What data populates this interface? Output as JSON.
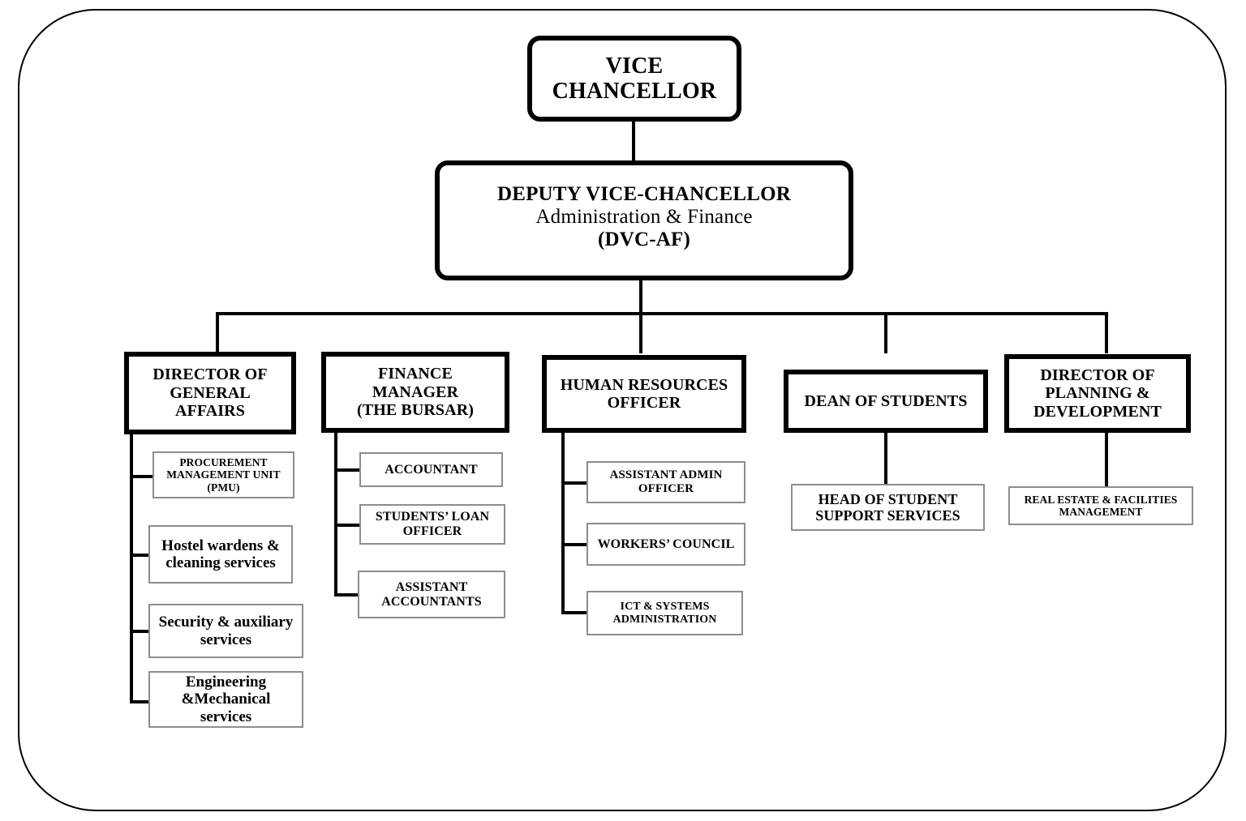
{
  "chart_type": "organization-chart",
  "title_present": false,
  "nodes": {
    "vice_chancellor": {
      "label": "VICE\nCHANCELLOR",
      "tier": "executive"
    },
    "dvc_af": {
      "label": "DEPUTY VICE-CHANCELLOR",
      "line2": "Administration & Finance",
      "line3": "(DVC-AF)",
      "tier": "executive"
    },
    "director_general_affairs": {
      "label": "DIRECTOR OF\nGENERAL\nAFFAIRS",
      "tier": "director"
    },
    "finance_manager": {
      "label": "FINANCE\nMANAGER\n(THE BURSAR)",
      "tier": "director"
    },
    "human_resources_officer": {
      "label": "HUMAN RESOURCES\nOFFICER",
      "tier": "director"
    },
    "dean_of_students": {
      "label": "DEAN OF STUDENTS",
      "tier": "director"
    },
    "director_planning_development": {
      "label": "DIRECTOR OF\nPLANNING &\nDEVELOPMENT",
      "tier": "director"
    },
    "procurement_management_unit": {
      "label": "PROCUREMENT\nMANAGEMENT UNIT\n(PMU)",
      "tier": "unit"
    },
    "hostel_wardens": {
      "label": "Hostel wardens &\ncleaning services",
      "tier": "unit"
    },
    "security_auxiliary": {
      "label": "Security & auxiliary\nservices",
      "tier": "unit"
    },
    "engineering_mechanical": {
      "label": "Engineering\n&Mechanical services",
      "tier": "unit"
    },
    "accountant": {
      "label": "ACCOUNTANT",
      "tier": "unit"
    },
    "students_loan_officer": {
      "label": "STUDENTS’ LOAN\nOFFICER",
      "tier": "unit"
    },
    "assistant_accountants": {
      "label": "ASSISTANT\nACCOUNTANTS",
      "tier": "unit"
    },
    "assistant_admin_officer": {
      "label": "ASSISTANT ADMIN\nOFFICER",
      "tier": "unit"
    },
    "workers_council": {
      "label": "WORKERS’ COUNCIL",
      "tier": "unit"
    },
    "ict_systems_administration": {
      "label": "ICT & SYSTEMS\nADMINISTRATION",
      "tier": "unit"
    },
    "head_student_support": {
      "label": "HEAD OF STUDENT\nSUPPORT SERVICES",
      "tier": "unit"
    },
    "real_estate_facilities": {
      "label": "REAL ESTATE & FACILITIES\nMANAGEMENT",
      "tier": "unit"
    }
  },
  "hierarchy": {
    "root": "vice_chancellor",
    "edges": [
      [
        "vice_chancellor",
        "dvc_af"
      ],
      [
        "dvc_af",
        "director_general_affairs"
      ],
      [
        "dvc_af",
        "finance_manager"
      ],
      [
        "dvc_af",
        "human_resources_officer"
      ],
      [
        "dvc_af",
        "dean_of_students"
      ],
      [
        "dvc_af",
        "director_planning_development"
      ],
      [
        "director_general_affairs",
        "procurement_management_unit"
      ],
      [
        "director_general_affairs",
        "hostel_wardens"
      ],
      [
        "director_general_affairs",
        "security_auxiliary"
      ],
      [
        "director_general_affairs",
        "engineering_mechanical"
      ],
      [
        "finance_manager",
        "accountant"
      ],
      [
        "finance_manager",
        "students_loan_officer"
      ],
      [
        "finance_manager",
        "assistant_accountants"
      ],
      [
        "human_resources_officer",
        "assistant_admin_officer"
      ],
      [
        "human_resources_officer",
        "workers_council"
      ],
      [
        "human_resources_officer",
        "ict_systems_administration"
      ],
      [
        "dean_of_students",
        "head_student_support"
      ],
      [
        "director_planning_development",
        "real_estate_facilities"
      ]
    ]
  },
  "colors": {
    "line": "#000000",
    "unit_border": "#8d8d8d",
    "background": "#ffffff",
    "text": "#000000"
  }
}
